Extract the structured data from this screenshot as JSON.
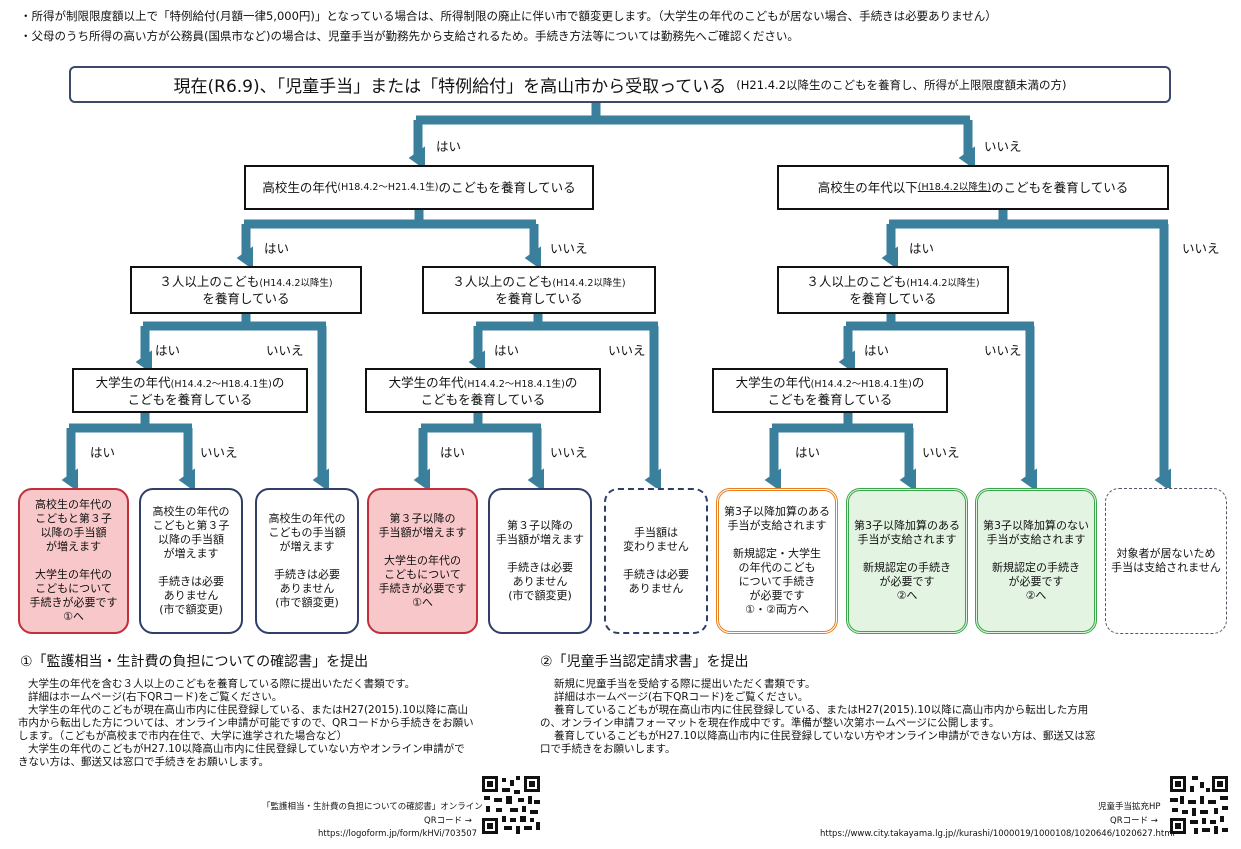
{
  "notes": [
    "・所得が制限限度額以上で「特例給付(月額一律5,000円)」となっている場合は、所得制限の廃止に伴い市で額変更します。（大学生の年代のこどもが居ない場合、手続きは必要ありません）",
    "・父母のうち所得の高い方が公務員(国県市など)の場合は、児童手当が勤務先から支給されるため。手続き方法等については勤務先へご確認ください。"
  ],
  "top": {
    "main": "現在(R6.9)、「児童手当」または「特例給付」を高山市から受取っている",
    "sub": "(H21.4.2以降生のこどもを養育し、所得が上限限度額未満の方)"
  },
  "labels": {
    "yes": "はい",
    "no": "いいえ"
  },
  "questions": {
    "hs_left": {
      "main": "高校生の年代",
      "small": "(H18.4.2〜H21.4.1生)",
      "tail": "のこどもを養育している"
    },
    "hs_right": {
      "main": "高校生の年代以下",
      "small": "(H18.4.2以降生)",
      "tail": "のこどもを養育している"
    },
    "three": {
      "main": "３人以上のこども",
      "small": "(H14.4.2以降生)",
      "line2": "を養育している"
    },
    "univ": {
      "main": "大学生の年代",
      "small": "(H14.4.2〜H18.4.1生)",
      "tail": "の",
      "line2": "こどもを養育している"
    }
  },
  "results": [
    {
      "l1": "高校生の年代の",
      "l2": "こどもと第３子",
      "l3": "以降の手当額",
      "l4": "が増えます",
      "l5": "大学生の年代の",
      "l6": "こどもについて",
      "l7": "手続きが必要です",
      "l8": "①へ"
    },
    {
      "l1": "高校生の年代の",
      "l2": "こどもと第３子",
      "l3": "以降の手当額",
      "l4": "が増えます",
      "l5": "手続きは必要",
      "l6": "ありません",
      "l7": "(市で額変更)"
    },
    {
      "l1": "高校生の年代の",
      "l2": "こどもの手当額",
      "l3": "が増えます",
      "l4": "手続きは必要",
      "l5": "ありません",
      "l6": "(市で額変更)"
    },
    {
      "l1": "第３子以降の",
      "l2": "手当額が増えます",
      "l3": "大学生の年代の",
      "l4": "こどもについて",
      "l5": "手続きが必要です",
      "l6": "①へ"
    },
    {
      "l1": "第３子以降の",
      "l2": "手当額が増えます",
      "l3": "手続きは必要",
      "l4": "ありません",
      "l5": "(市で額変更)"
    },
    {
      "l1": "手当額は",
      "l2": "変わりません",
      "l3": "手続きは必要",
      "l4": "ありません"
    },
    {
      "l1": "第3子以降加算のある",
      "l2": "手当が支給されます",
      "l3": "新規認定・大学生",
      "l4": "の年代のこども",
      "l5": "について手続き",
      "l6": "が必要です",
      "l7": "①・②両方へ"
    },
    {
      "l1": "第3子以降加算のある",
      "l2": "手当が支給されます",
      "l3": "新規認定の手続き",
      "l4": "が必要です",
      "l5": "②へ"
    },
    {
      "l1": "第3子以降加算のない",
      "l2": "手当が支給されます",
      "l3": "新規認定の手続き",
      "l4": "が必要です",
      "l5": "②へ"
    },
    {
      "l1": "対象者が居ないため",
      "l2": "手当は支給されません"
    }
  ],
  "section1": {
    "title": "①「監護相当・生計費の負担についての確認書」を提出",
    "p": [
      "大学生の年代を含む３人以上のこどもを養育している際に提出いただく書類です。",
      "詳細はホームページ(右下QRコード)をご覧ください。",
      "大学生の年代のこどもが現在高山市内に住民登録している、またはH27(2015).10以降に高山",
      "市内から転出した方については、オンライン申請が可能ですので、QRコードから手続きをお願い",
      "します。（こどもが高校まで市内在住で、大学に進学された場合など）",
      "大学生の年代のこどもがH27.10以降高山市内に住民登録していない方やオンライン申請がで",
      "きない方は、郵送又は窓口で手続きをお願いします。"
    ],
    "qr_caption": "「監護相当・生計費の負担についての確認書」オンライン申請",
    "qr_label": "QRコード →",
    "url": "https://logoform.jp/form/kHVi/703507"
  },
  "section2": {
    "title": "②「児童手当認定請求書」を提出",
    "p": [
      "新規に児童手当を受給する際に提出いただく書類です。",
      "詳細はホームページ(右下QRコード)をご覧ください。",
      "養育しているこどもが現在高山市内に住民登録している、またはH27(2015).10以降に高山市内から転出した方用",
      "の、オンライン申請フォーマットを現在作成中です。準備が整い次第ホームページに公開します。",
      "養育しているこどもがH27.10以降高山市内に住民登録していない方やオンライン申請ができない方は、郵送又は窓",
      "口で手続きをお願いします。"
    ],
    "qr_caption": "児童手当拡充HP",
    "qr_label": "QRコード →",
    "url": "https://www.city.takayama.lg.jp//kurashi/1000019/1000108/1020646/1020627.html"
  },
  "colors": {
    "arrow": "#3a7f9c",
    "red": "#c0303a",
    "navy": "#2f3f68",
    "orange": "#e87f1f",
    "green": "#3aa64b"
  }
}
